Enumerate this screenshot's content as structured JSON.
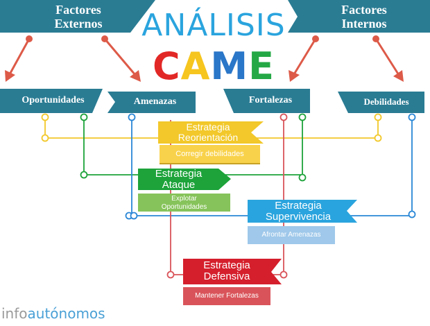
{
  "title": {
    "line1": "ANÁLISIS",
    "line2": [
      "C",
      "A",
      "M",
      "E"
    ]
  },
  "headers": {
    "external": [
      "Factores",
      "Externos"
    ],
    "internal": [
      "Factores",
      "Internos"
    ]
  },
  "categories": {
    "opportunities": "Oportunidades",
    "threats": "Amenazas",
    "strengths": "Fortalezas",
    "weaknesses": "Debilidades"
  },
  "strategies": {
    "reorientation": {
      "title": [
        "Estrategia",
        "Reorientación"
      ],
      "action": "Corregir debilidades"
    },
    "attack": {
      "title": [
        "Estrategia",
        "Ataque"
      ],
      "action": [
        "Explotar",
        "Oportunidades"
      ]
    },
    "survival": {
      "title": [
        "Estrategia",
        "Supervivencia"
      ],
      "action": "Afrontar Amenazas"
    },
    "defensive": {
      "title": [
        "Estrategia",
        "Defensiva"
      ],
      "action": "Mantener Fortalezas"
    }
  },
  "logo": {
    "part1": "info",
    "part2": "autónomos"
  },
  "colors": {
    "teal": "#2a7c93",
    "title_blue": "#2aa4de",
    "arrow": "#dd5a48",
    "yellow": "#f2c82a",
    "green": "#1da33a",
    "light_green": "#86c35a",
    "blue": "#2a87d6",
    "light_blue": "#9fc8ea",
    "red": "#d51f2c",
    "light_red": "#d9545a",
    "c_red": "#e22826",
    "a_yellow": "#f6c51e",
    "m_blue": "#2a76c8",
    "e_green": "#24a845",
    "logo_gray": "#9a9a9a",
    "logo_blue": "#4aa0d6"
  }
}
